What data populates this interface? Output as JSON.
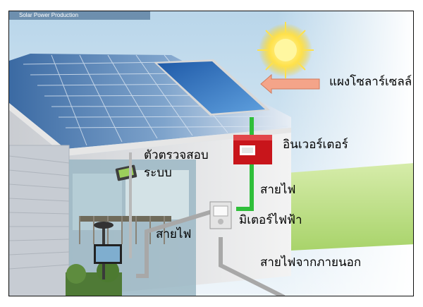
{
  "caption": "Solar Power Production",
  "labels": {
    "solar_panel": "แผงโซลาร์เซลล์",
    "inverter": "อินเวอร์เตอร์",
    "monitor_line1": "ตัวตรวจสอบ",
    "monitor_line2": "ระบบ",
    "wire_green": "สายไฟ",
    "meter": "มิเตอร์ไฟฟ้า",
    "wire_grey": "สายไฟ",
    "external_wire": "สายไฟจากภายนอก"
  },
  "colors": {
    "sky": "#cfe3f0",
    "roof_panels": "#3d6fa8",
    "solar_panel": "#2f6db5",
    "inverter": "#c8151b",
    "green_wire": "#2fbf3a",
    "arrow": "#f4a489",
    "grass": "#bfe08a"
  }
}
